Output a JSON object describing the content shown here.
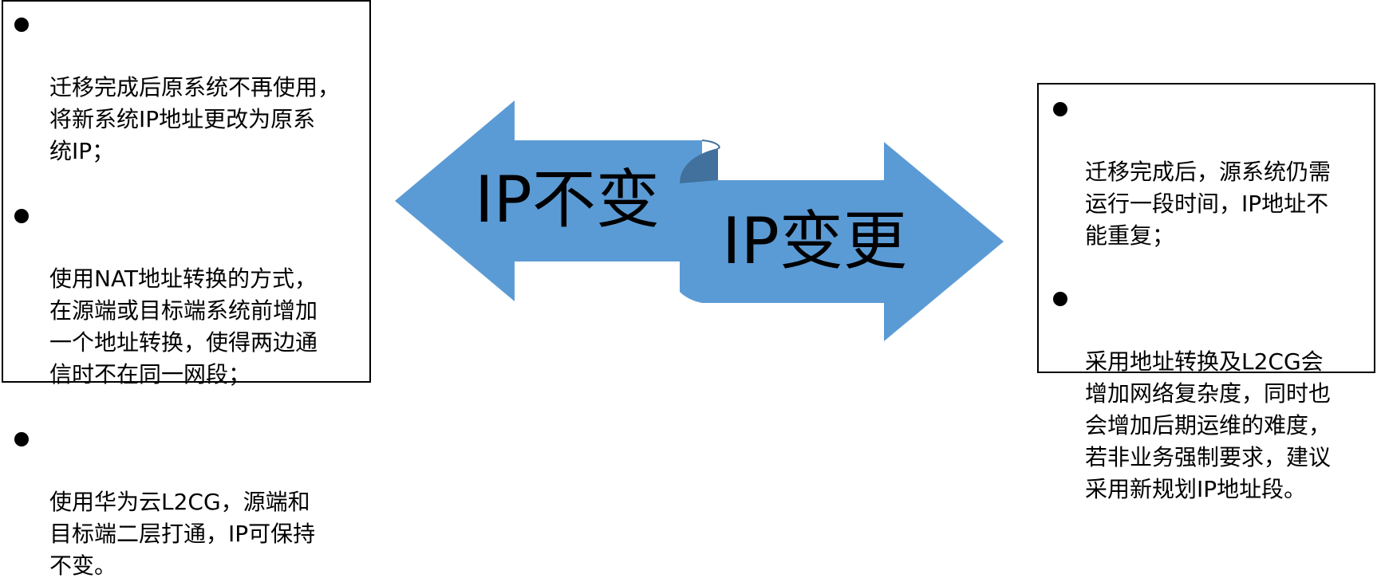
{
  "left_panel": {
    "items": [
      "迁移完成后原系统不再使用，\n将新系统IP地址更改为原系\n统IP；",
      "使用NAT地址转换的方式，\n在源端或目标端系统前增加\n一个地址转换，使得两边通\n信时不在同一网段；",
      "使用华为云L2CG，源端和\n目标端二层打通，IP可保持\n不变。"
    ]
  },
  "right_panel": {
    "items": [
      "迁移完成后，源系统仍需\n运行一段时间，IP地址不\n能重复；",
      "采用地址转换及L2CG会\n增加网络复杂度，同时也\n会增加后期运维的难度，\n若非业务强制要求，建议\n采用新规划IP地址段。"
    ]
  },
  "arrows": {
    "left_label": "IP不变",
    "right_label": "IP变更",
    "fill_color": "#5B9BD5",
    "fold_color": "#41719C"
  }
}
